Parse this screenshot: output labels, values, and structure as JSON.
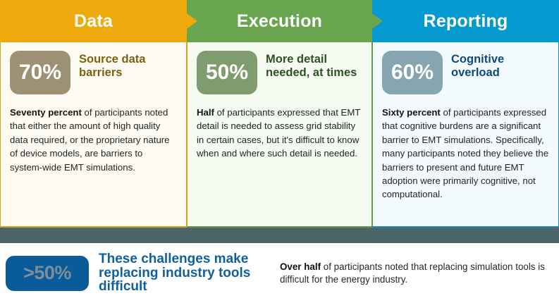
{
  "theme": {
    "data_accent": "#eeaa0d",
    "execution_accent": "#69a54f",
    "reporting_accent": "#0499cf",
    "summary_badge": "#0a5c99",
    "summary_heading": "#10609e",
    "footer_band": "#4d6468"
  },
  "columns": [
    {
      "header": "Data",
      "percent": "70%",
      "stat_label": "Source data barriers",
      "paragraph_lead": "Seventy percent",
      "paragraph_rest": " of participants noted that either the amount of high quality data required, or the proprietary nature of device models, are barriers to system-wide EMT simulations."
    },
    {
      "header": "Execution",
      "percent": "50%",
      "stat_label": "More detail needed, at times",
      "paragraph_lead": "Half",
      "paragraph_rest": " of participants expressed that EMT detail is needed to assess grid stability in certain cases, but it's difficult to know when and where such detail is needed."
    },
    {
      "header": "Reporting",
      "percent": "60%",
      "stat_label": "Cognitive overload",
      "paragraph_lead": "Sixty percent",
      "paragraph_rest": " of participants expressed that cognitive burdens are a significant barrier to EMT simulations. Specifically, many participants noted they believe the barriers to present and future EMT adoption were primarily cognitive, not computational."
    }
  ],
  "summary": {
    "percent": ">50%",
    "heading": "These challenges make replacing industry tools difficult",
    "paragraph_lead": "Over half",
    "paragraph_rest": " of participants noted that replacing simulation tools is difficult for the energy industry."
  }
}
